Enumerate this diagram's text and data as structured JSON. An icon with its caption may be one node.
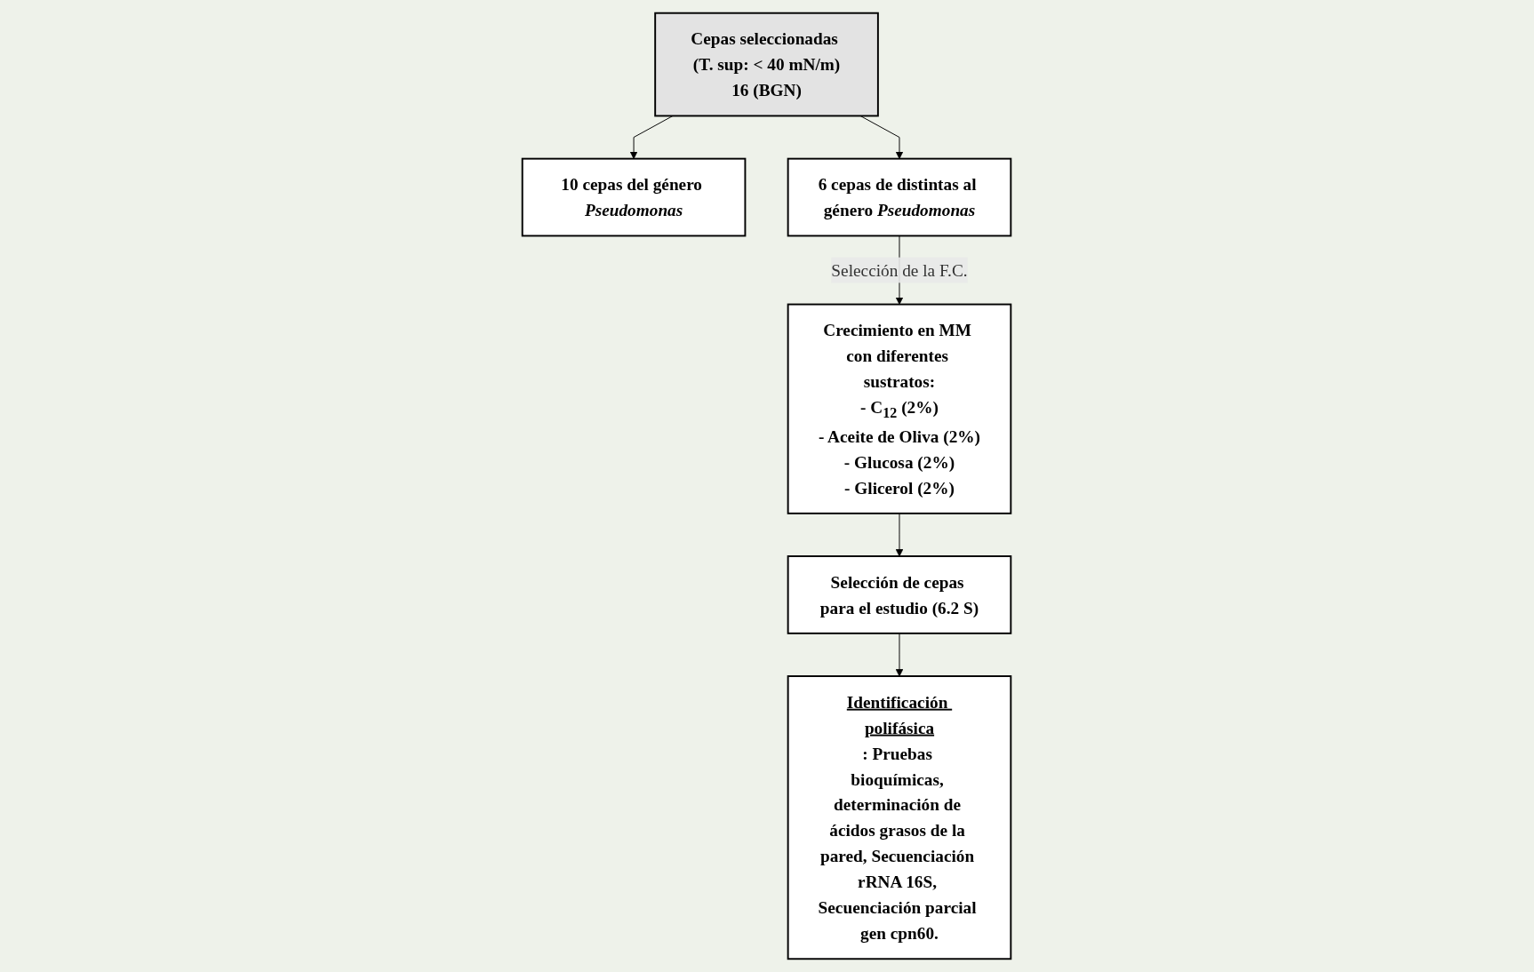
{
  "diagram": {
    "nodes": [
      {
        "text": [
          "Cepas seleccionadas (T. sup: < 40 mN/m)",
          "16 (BGN)"
        ]
      },
      {
        "text": [
          "10 cepas del género *Pseudomonas*"
        ]
      },
      {
        "text": [
          "6 cepas de distintas al género *Pseudomonas*"
        ]
      },
      {
        "text": [
          "Crecimiento en MM con diferentes sustratos:",
          "- C$_{12}$ (2%)",
          "- Aceite de Oliva (2%)",
          "- Glucosa (2%)",
          "- Glicerol (2%)"
        ]
      },
      {
        "text": [
          "Selección de cepas para el estudio",
          "(6.2 S)"
        ]
      },
      {
        "text": [
          "Identificación polifásica",
          ": Pruebas bioquímicas, determinación de ácidos grasos de la pared, Secuenciación rRNA 16S, Secuenciación parcial gen cpn60."
        ]
      }
    ],
    "edges": [
      {
        "from": 0,
        "to": 1,
        "arrow": "to"
      },
      {
        "from": 0,
        "to": 2,
        "arrow": "to"
      },
      {
        "from": 2,
        "to": 3,
        "arrow": "to",
        "label": "Selección de la F.C."
      },
      {
        "from": 3,
        "to": 4,
        "arrow": "to"
      },
      {
        "from": 4,
        "to": 5,
        "arrow": "to"
      }
    ]
  }
}
